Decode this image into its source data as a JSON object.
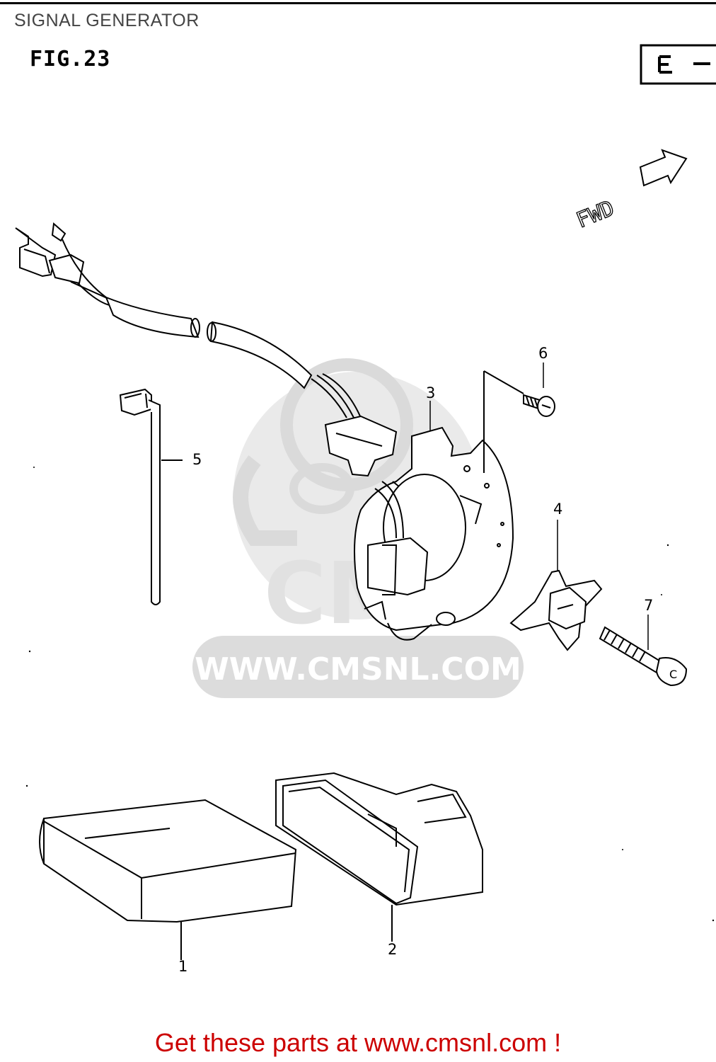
{
  "header": {
    "title": "SIGNAL GENERATOR",
    "figure_label": "FIG.23"
  },
  "diagram": {
    "direction_label": "FWD",
    "parts": [
      {
        "callout": "1"
      },
      {
        "callout": "2"
      },
      {
        "callout": "3"
      },
      {
        "callout": "4"
      },
      {
        "callout": "5"
      },
      {
        "callout": "6"
      },
      {
        "callout": "7"
      }
    ]
  },
  "watermark": {
    "text": "WWW.CMSNL.COM",
    "color": "#d9d9d9"
  },
  "footer": {
    "link_text": "Get these parts at www.cmsnl.com !",
    "color": "#cc0000"
  }
}
